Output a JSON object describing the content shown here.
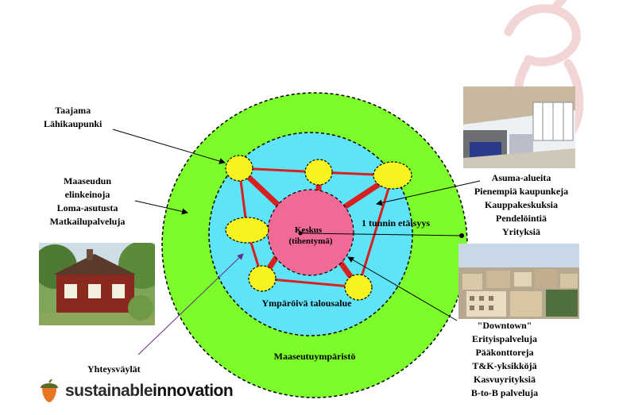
{
  "diagram": {
    "center_title": "Keskus",
    "center_subtitle": "(tihentymä)",
    "distance_label": "1 tunnin etäisyys",
    "inner_zone_label": "Ympäröivä talousalue",
    "outer_zone_label": "Maaseutuympäristö"
  },
  "labels": {
    "urban": [
      "Taajama",
      "Lähikaupunki"
    ],
    "rural": [
      "Maaseudun",
      "elinkeinoja",
      "Loma-asutusta",
      "Matkailupalveluja"
    ],
    "residential": [
      "Asuma-alueita",
      "Pienempiä kaupunkeja",
      "Kauppakeskuksia",
      "Pendelöintiä",
      "Yrityksiä"
    ],
    "downtown": [
      "\"Downtown\"",
      "Erityispalveluja",
      "Pääkonttoreja",
      "T&K-yksikköjä",
      "Kasvuyrityksiä",
      "B-to-B palveluja"
    ],
    "connections": "Yhteysväylät"
  },
  "logo": {
    "brand_part1": "sustainable",
    "brand_part2": "innovation",
    "icon": "acorn-icon"
  },
  "colors": {
    "outer_zone": "#7CFC2A",
    "inner_zone": "#5FE3F7",
    "center": "#F06A96",
    "nodes": "#F8F21F",
    "links": "#D82020",
    "logo_acorn": "#E87722"
  }
}
